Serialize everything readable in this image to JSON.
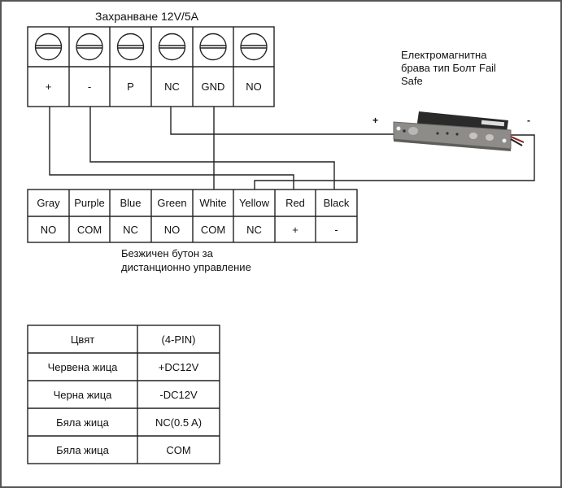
{
  "power_block": {
    "title": "Захранване 12V/5A",
    "terminals": [
      "+",
      "-",
      "P",
      "NC",
      "GND",
      "NO"
    ]
  },
  "lock": {
    "label_lines": [
      "Електромагнитна",
      "брава тип Болт Fail",
      "Safe"
    ],
    "plus_label": "+",
    "minus_label": "-"
  },
  "remote_block": {
    "colors": [
      "Gray",
      "Purple",
      "Blue",
      "Green",
      "White",
      "Yellow",
      "Red",
      "Black"
    ],
    "functions": [
      "NO",
      "COM",
      "NC",
      "NO",
      "COM",
      "NC",
      "+",
      "-"
    ],
    "caption_lines": [
      "Безжичен бутон за",
      "дистанционно управление"
    ]
  },
  "spec_table": {
    "header": [
      "Цвят",
      "(4-PIN)"
    ],
    "rows": [
      [
        "Червена жица",
        "+DC12V"
      ],
      [
        "Черна жица",
        "-DC12V"
      ],
      [
        "Бяла жица",
        "NC(0.5 A)"
      ],
      [
        "Бяла жица",
        "COM"
      ]
    ]
  },
  "wiring": [
    {
      "from": "power:+",
      "to": "remote:Red"
    },
    {
      "from": "power:-",
      "to": "remote:Black"
    },
    {
      "from": "power:NC",
      "to": "lock:+"
    },
    {
      "from": "power:GND",
      "to": "remote:White"
    },
    {
      "from": "remote:Yellow",
      "to": "lock:-"
    }
  ]
}
